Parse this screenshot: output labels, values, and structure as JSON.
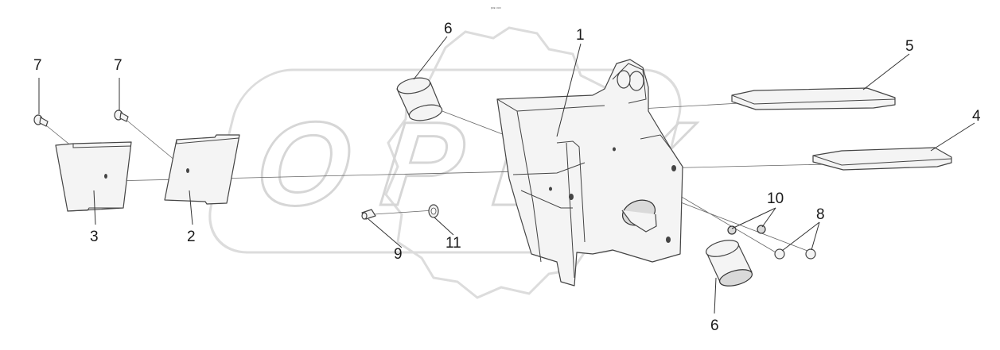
{
  "watermark": {
    "text": "OPEX"
  },
  "header_code": "ᵖᵒᵉ ᵒᵒᵒ",
  "callouts": [
    {
      "id": "c1",
      "label": "1"
    },
    {
      "id": "c2",
      "label": "2"
    },
    {
      "id": "c3",
      "label": "3"
    },
    {
      "id": "c4",
      "label": "4"
    },
    {
      "id": "c5",
      "label": "5"
    },
    {
      "id": "c6a",
      "label": "6"
    },
    {
      "id": "c6b",
      "label": "6"
    },
    {
      "id": "c7a",
      "label": "7"
    },
    {
      "id": "c7b",
      "label": "7"
    },
    {
      "id": "c8",
      "label": "8"
    },
    {
      "id": "c9",
      "label": "9"
    },
    {
      "id": "c10",
      "label": "10"
    },
    {
      "id": "c11",
      "label": "11"
    }
  ],
  "colors": {
    "line": "#444444",
    "watermark": "#d6d6d6",
    "fill": "#f4f4f4",
    "shade": "#d9d9d9"
  }
}
